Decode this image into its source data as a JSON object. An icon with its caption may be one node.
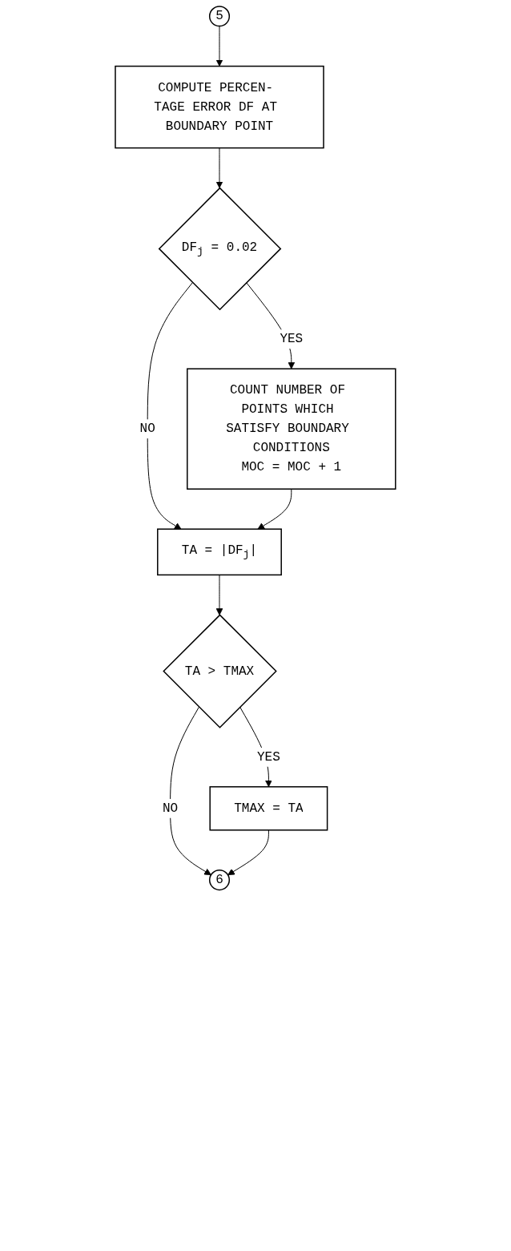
{
  "diagram": {
    "nodes": [
      {
        "text": [
          "5"
        ]
      },
      {
        "text": [
          "COMPUTE PERCEN- TAGE ERROR DF AT BOUNDARY POINT"
        ]
      },
      {
        "text": [
          "DF$_{j}$ = 0.02"
        ]
      },
      {
        "text": [
          "COUNT NUMBER OF POINTS WHICH SATISFY BOUNDARY CONDITIONS",
          "MOC = MOC + 1"
        ]
      },
      {
        "text": [
          "TA = |DF$_{j}$|"
        ]
      },
      {
        "text": [
          "TA > TMAX"
        ]
      },
      {
        "text": [
          "TMAX = TA"
        ]
      },
      {
        "text": [
          "6"
        ]
      }
    ],
    "edges": [
      {
        "from": 0,
        "to": 1,
        "arrow": "to"
      },
      {
        "from": 1,
        "to": 2,
        "arrow": "to"
      },
      {
        "from": 2,
        "to": 3,
        "arrow": "to",
        "label": "YES"
      },
      {
        "from": 2,
        "to": 4,
        "arrow": "to",
        "label": "NO"
      },
      {
        "from": 3,
        "to": 4,
        "arrow": "to"
      },
      {
        "from": 4,
        "to": 5,
        "arrow": "to"
      },
      {
        "from": 5,
        "to": 6,
        "arrow": "to",
        "label": "YES"
      },
      {
        "from": 5,
        "to": 7,
        "arrow": "to",
        "label": "NO"
      },
      {
        "from": 6,
        "to": 7,
        "arrow": "to"
      }
    ]
  }
}
